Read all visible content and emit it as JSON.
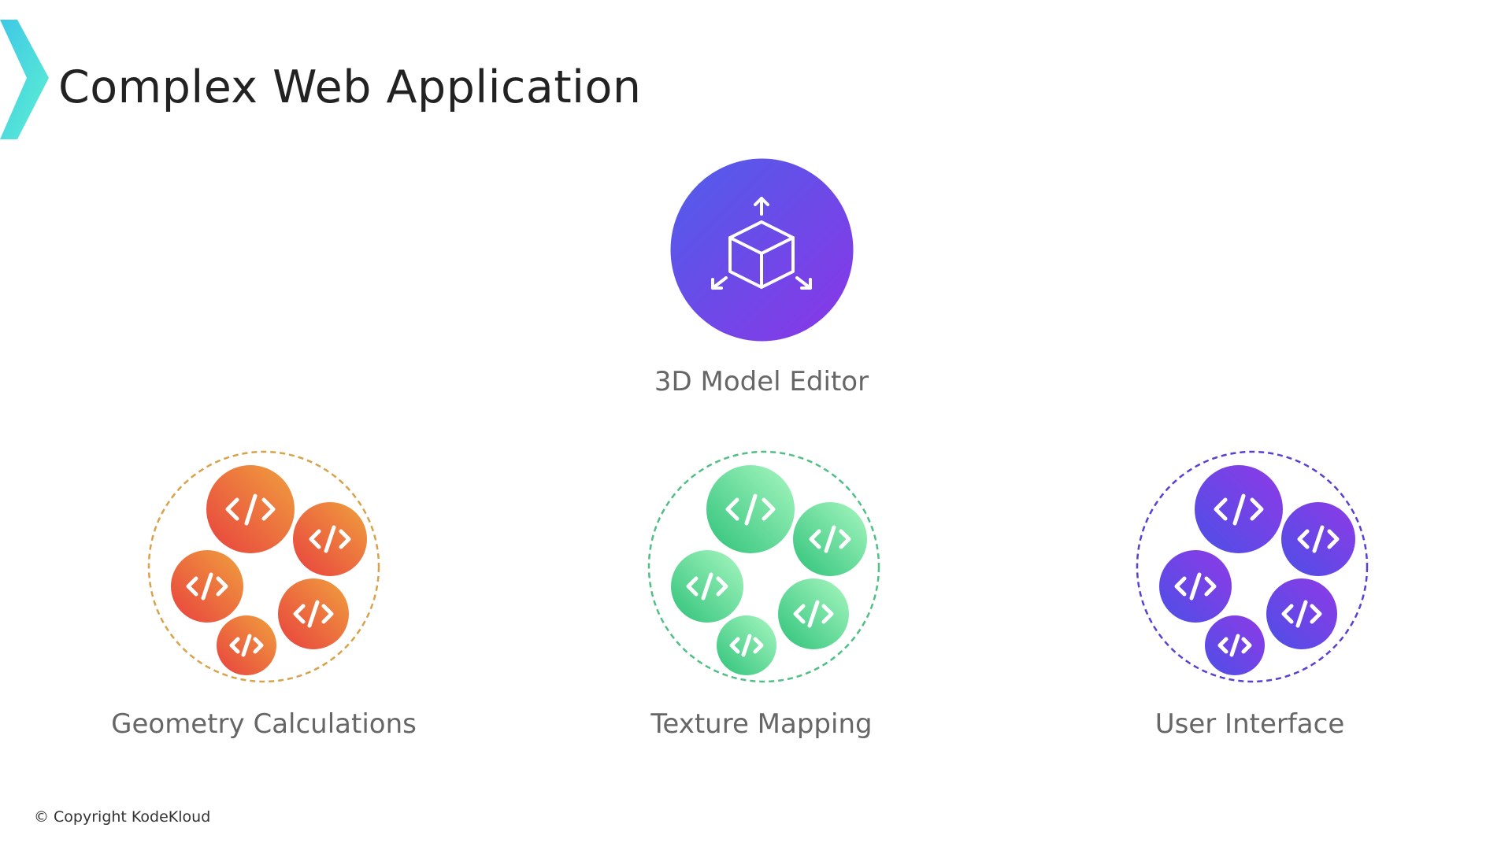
{
  "title": "Complex Web Application",
  "top_node": {
    "label": "3D Model Editor",
    "icon": "3d-cube-icon",
    "gradient": [
      "#4f5eea",
      "#8a36e6"
    ]
  },
  "modules": [
    {
      "label": "Geometry Calculations",
      "ring_color": "#d9a24a",
      "gradient": [
        "#e8413f",
        "#f0a03d"
      ],
      "icon": "code-icon"
    },
    {
      "label": "Texture Mapping",
      "ring_color": "#4fbf86",
      "gradient": [
        "#2fc27a",
        "#a8f7c0"
      ],
      "icon": "code-icon"
    },
    {
      "label": "User Interface",
      "ring_color": "#5b3fd4",
      "gradient": [
        "#4d4fe6",
        "#8f3ae6"
      ],
      "icon": "code-icon"
    }
  ],
  "accent_colors": [
    "#3ec8e6",
    "#5ef0d2"
  ],
  "footer": "© Copyright KodeKloud"
}
